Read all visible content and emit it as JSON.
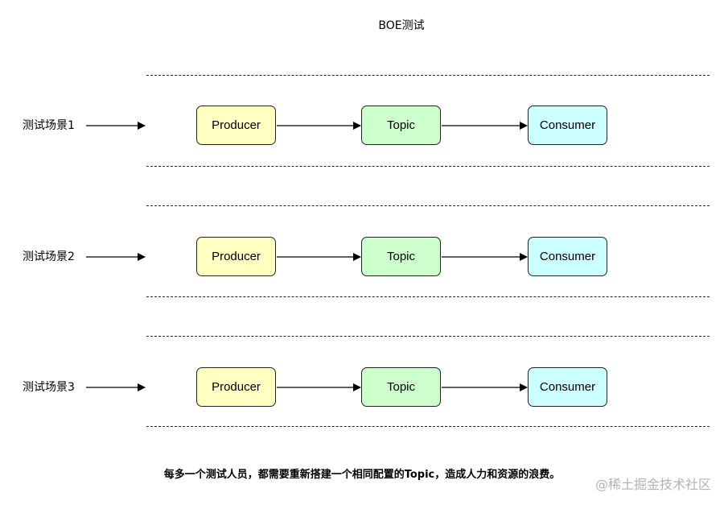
{
  "title": "BOE测试",
  "rows": [
    {
      "label": "测试场景1",
      "producer": "Producer",
      "topic": "Topic",
      "consumer": "Consumer"
    },
    {
      "label": "测试场景2",
      "producer": "Producer",
      "topic": "Topic",
      "consumer": "Consumer"
    },
    {
      "label": "测试场景3",
      "producer": "Producer",
      "topic": "Topic",
      "consumer": "Consumer"
    }
  ],
  "caption": "每多一个测试人员，都需要重新搭建一个相同配置的Topic，造成人力和资源的浪费。",
  "watermark": "@稀土掘金技术社区",
  "colors": {
    "producer": "#ffffc2",
    "topic": "#ccffcc",
    "consumer": "#ccffff"
  }
}
